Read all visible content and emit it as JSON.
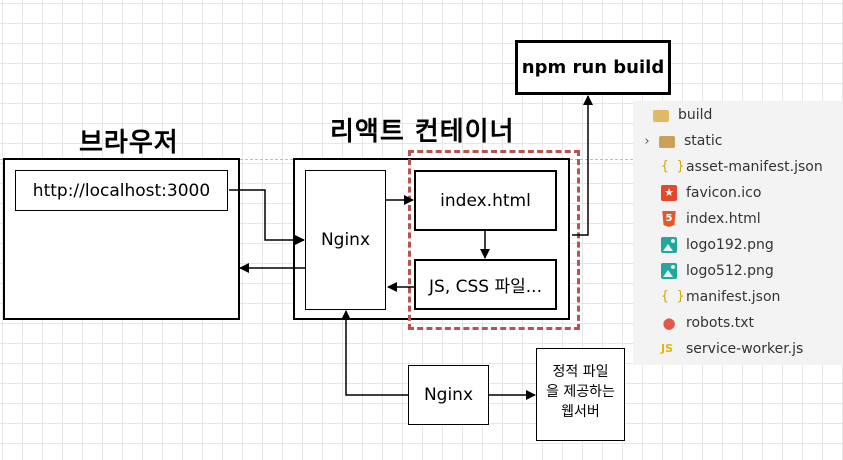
{
  "diagram": {
    "browser_title": "브라우저",
    "react_container_title": "리액트 컨테이너",
    "url_box": "http://localhost:3000",
    "nginx_inner": "Nginx",
    "index_html": "index.html",
    "static_files": "JS, CSS 파일...",
    "npm_build": "npm run build",
    "nginx_outer": "Nginx",
    "web_server_line1": "정적 파일",
    "web_server_line2": "을 제공하는",
    "web_server_line3": "웹서버"
  },
  "explorer": {
    "root": {
      "name": "build",
      "icon": "open-folder-icon"
    },
    "items": [
      {
        "name": "static",
        "icon": "folder-icon"
      },
      {
        "name": "asset-manifest.json",
        "icon": "json-icon"
      },
      {
        "name": "favicon.ico",
        "icon": "favicon-icon"
      },
      {
        "name": "index.html",
        "icon": "html5-icon"
      },
      {
        "name": "logo192.png",
        "icon": "image-icon"
      },
      {
        "name": "logo512.png",
        "icon": "image-icon"
      },
      {
        "name": "manifest.json",
        "icon": "json-icon"
      },
      {
        "name": "robots.txt",
        "icon": "robot-icon"
      },
      {
        "name": "service-worker.js",
        "icon": "js-icon"
      }
    ]
  },
  "colors": {
    "dashed_group_border": "#b85450",
    "explorer_bg": "#f3f3f3",
    "image_icon": "#26a69a",
    "html_icon": "#e4582b"
  }
}
